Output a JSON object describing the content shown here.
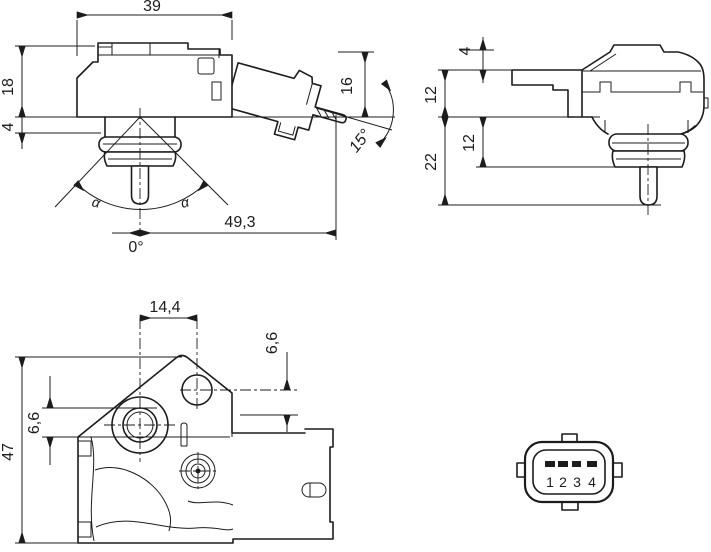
{
  "drawing": {
    "background": "#ffffff",
    "line_color": "#1c1c1c",
    "views": {
      "side": {
        "label": "side-view-with-angled-connector",
        "dim_body_width": "39",
        "dim_body_height": "18",
        "dim_seal_offset": "4",
        "dim_connector_height": "16",
        "angle_connector": "15°",
        "dim_reach": "49,3",
        "angle_zero": "0°",
        "angle_alpha_left": "α",
        "angle_alpha_right": "α"
      },
      "front": {
        "label": "front-view",
        "dim_cap": "4",
        "dim_upper": "12",
        "dim_seal": "12",
        "dim_probe": "22"
      },
      "top": {
        "label": "top-view-mounting-flange",
        "dim_hole_spacing": "14,4",
        "dim_hole_offset": "6,6",
        "dim_port_offset": "6,6",
        "dim_overall": "47"
      },
      "connector": {
        "label": "connector-face-view",
        "pin_labels": [
          "1",
          "2",
          "3",
          "4"
        ]
      }
    }
  }
}
